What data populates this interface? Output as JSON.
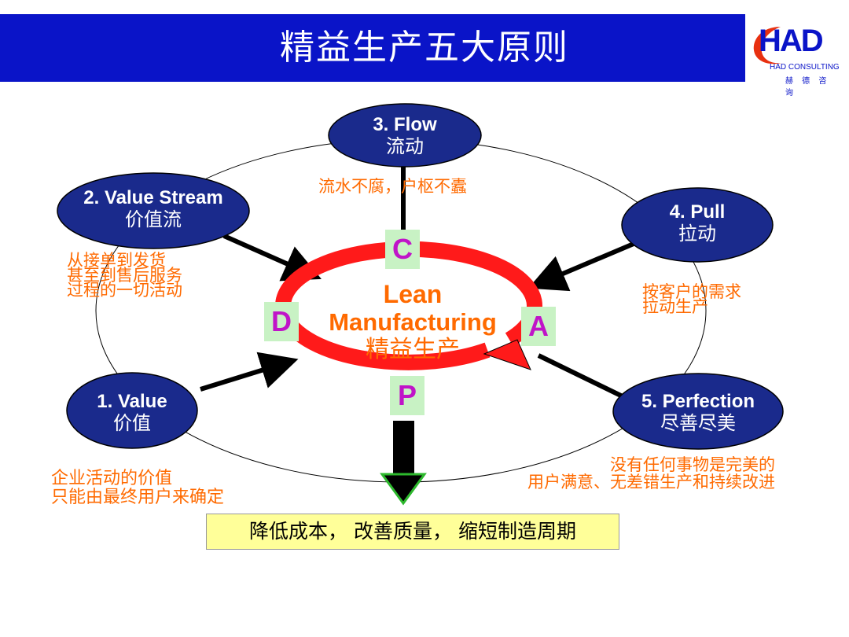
{
  "header": {
    "title": "精益生产五大原则",
    "bg_color": "#0a14c8"
  },
  "logo": {
    "mark": "HAD",
    "name_en": "HAD CONSULTING",
    "name_zh": "赫 德 咨 询"
  },
  "center": {
    "line1": "Lean",
    "line2": "Manufacturing",
    "line3": "精益生产"
  },
  "pdca": {
    "c": "C",
    "d": "D",
    "a": "A",
    "p": "P"
  },
  "principles": [
    {
      "en": "1. Value",
      "zh": "价值",
      "note": [
        "企业活动的价值",
        "只能由最终用户来确定"
      ]
    },
    {
      "en": "2. Value Stream",
      "zh": "价值流",
      "note": [
        "从接单到发货",
        "甚至到售后服务",
        "过程的一切活动"
      ]
    },
    {
      "en": "3. Flow",
      "zh": "流动",
      "note": [
        "流水不腐，户枢不蠹"
      ]
    },
    {
      "en": "4. Pull",
      "zh": "拉动",
      "note": [
        "按客户的需求",
        "拉动生产"
      ]
    },
    {
      "en": "5. Perfection",
      "zh": "尽善尽美",
      "note": [
        "没有任何事物是完美的",
        "用户满意、无差错生产和持续改进"
      ]
    }
  ],
  "result": "降低成本， 改善质量， 缩短制造周期",
  "colors": {
    "node_fill": "#1a2a8c",
    "accent_orange": "#ff6a00",
    "cycle_red": "#ff1a1a",
    "pdca_bg": "#c8f2c4",
    "pdca_text": "#c014c8",
    "result_bg": "#ffff99",
    "arrow_green": "#2db82d"
  }
}
